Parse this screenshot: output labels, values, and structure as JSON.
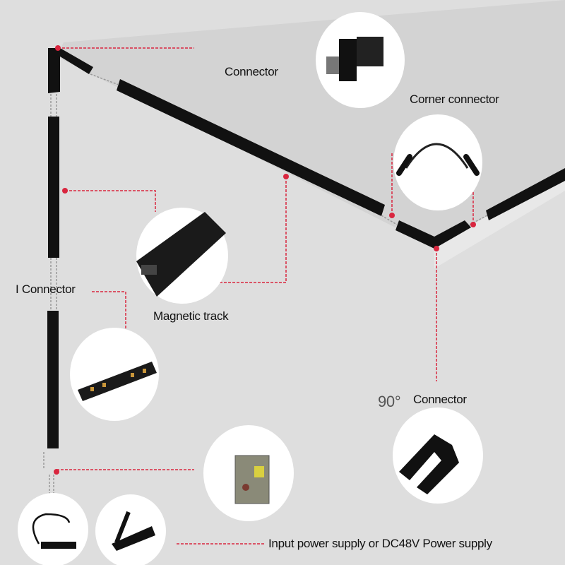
{
  "labels": {
    "connector": "Connector",
    "corner_connector": "Corner connector",
    "magnetic_track": "Magnetic track",
    "i_connector": "I Connector",
    "ninety_degree": "90°",
    "ninety_connector": "Connector",
    "power_supply": "Input power supply or DC48V Power supply"
  },
  "colors": {
    "track": "#111111",
    "callout": "#d9263f",
    "ceiling": "#d3d3d3",
    "wall": "#e1e1e1",
    "bubble": "#ffffff"
  }
}
